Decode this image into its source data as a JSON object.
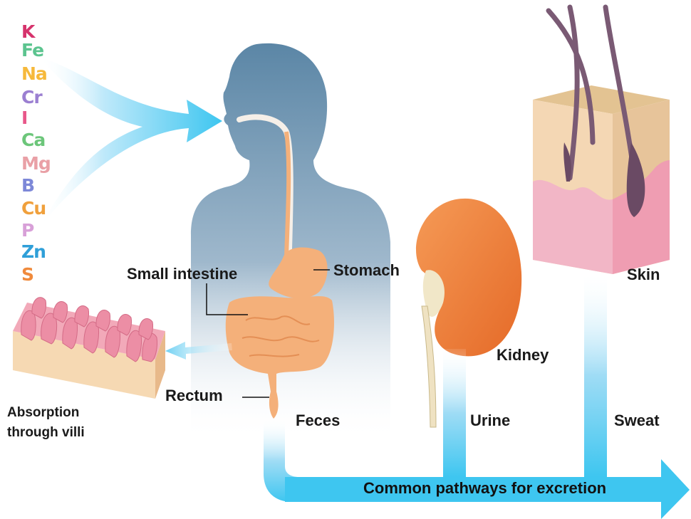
{
  "elements": [
    {
      "symbol": "K",
      "color": "#d6336c"
    },
    {
      "symbol": "Fe",
      "color": "#5cc48f"
    },
    {
      "symbol": "Na",
      "color": "#f6b93b"
    },
    {
      "symbol": "Cr",
      "color": "#9b7fd1"
    },
    {
      "symbol": "I",
      "color": "#e8588a"
    },
    {
      "symbol": "Ca",
      "color": "#6cc67a"
    },
    {
      "symbol": "Mg",
      "color": "#e9a0a6"
    },
    {
      "symbol": "B",
      "color": "#7d88d8"
    },
    {
      "symbol": "Cu",
      "color": "#f0a03c"
    },
    {
      "symbol": "P",
      "color": "#d8a0d8"
    },
    {
      "symbol": "Zn",
      "color": "#2f9fd8"
    },
    {
      "symbol": "S",
      "color": "#f08a3c"
    }
  ],
  "labels": {
    "small_intestine": "Small intestine",
    "stomach": "Stomach",
    "rectum": "Rectum",
    "absorption_line1": "Absorption",
    "absorption_line2": "through villi",
    "feces": "Feces",
    "kidney": "Kidney",
    "urine": "Urine",
    "skin": "Skin",
    "sweat": "Sweat",
    "common_pathways": "Common pathways for excretion"
  },
  "colors": {
    "arrow_blue": "#3ec6f0",
    "silhouette": "#5e88a8",
    "organ": "#f4b07a",
    "kidney": "#f07f3c",
    "skin_pink": "#f2b6c6",
    "skin_tan": "#ecd2a6",
    "hair": "#7a5a74"
  }
}
